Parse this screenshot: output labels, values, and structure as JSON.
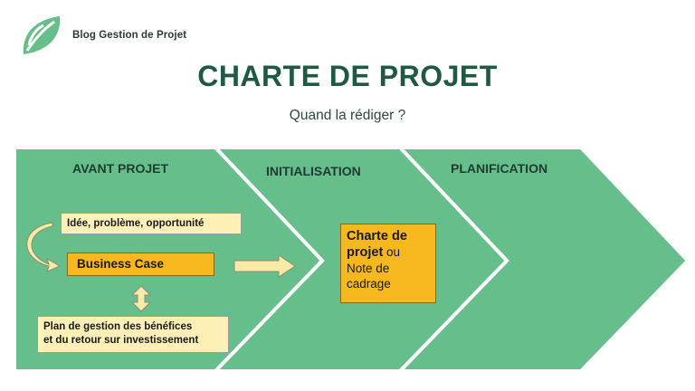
{
  "brand": {
    "name": "Blog Gestion de Projet"
  },
  "header": {
    "title": "CHARTE DE PROJET",
    "subtitle": "Quand la rédiger ?"
  },
  "phases": [
    {
      "label": "AVANT PROJET"
    },
    {
      "label": "INITIALISATION"
    },
    {
      "label": "PLANIFICATION"
    }
  ],
  "boxes": {
    "idea": "Idée, problème, opportunité",
    "business_case": "Business Case",
    "plan_line1": "Plan de gestion des bénéfices",
    "plan_line2": "et du retour sur investissement",
    "charte_line1": "Charte de",
    "charte_line2_bold": "projet",
    "charte_line2_rest": " ou",
    "charte_line3": "Note de",
    "charte_line4": "cadrage"
  },
  "colors": {
    "chevron_fill": "#66bf8a",
    "chevron_stroke": "#ffffff",
    "title": "#1f5a40",
    "box_yellow": "#fff0b8",
    "box_orange": "#f7b81e",
    "arrow_fill": "#fbe9a6"
  }
}
